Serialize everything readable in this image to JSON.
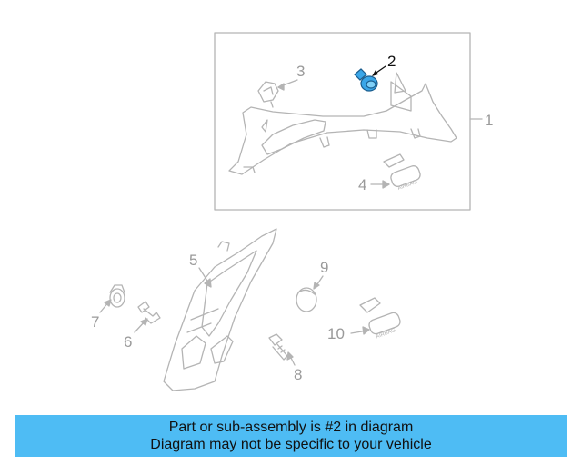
{
  "callouts": {
    "c1": "1",
    "c2": "2",
    "c3": "3",
    "c4": "4",
    "c5": "5",
    "c6": "6",
    "c7": "7",
    "c8": "8",
    "c9": "9",
    "c10": "10"
  },
  "parts": {
    "airbag_label_upper": "AIRBAG",
    "airbag_label_lower": "AIRBAG"
  },
  "banner": {
    "line1": "Part or sub-assembly is #2 in diagram",
    "line2": "Diagram may not be specific to your vehicle"
  },
  "colors": {
    "highlight": "#4ebcf4",
    "selected_part": "#3aa6e8",
    "line_art": "#b4b4b4",
    "banner_bg": "#4ebcf4"
  }
}
